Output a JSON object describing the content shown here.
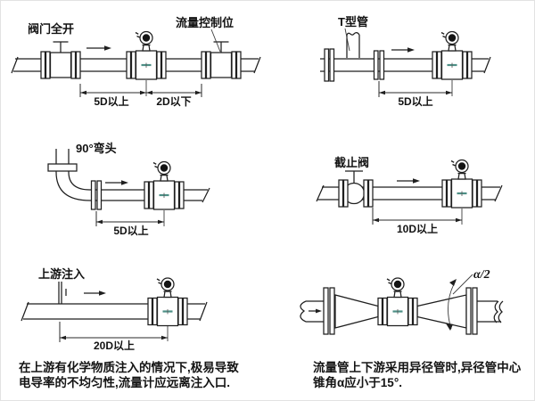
{
  "page": {
    "background": "#ffffff",
    "line_color": "#1f1f1f",
    "meter_mark_color": "#4d8f86"
  },
  "panels": {
    "top_left": {
      "valve_open_label": "阀门全开",
      "flow_control_label": "流量控制位",
      "dim_upstream": "5D以上",
      "dim_downstream": "2D以下"
    },
    "top_right": {
      "tee_label": "T型管",
      "dim_upstream": "5D以上"
    },
    "mid_left": {
      "elbow_label": "90°弯头",
      "dim_upstream": "5D以上"
    },
    "mid_right": {
      "stop_valve_label": "截止阀",
      "dim_upstream": "10D以上"
    },
    "bottom_left": {
      "injection_label": "上游注入",
      "dim_upstream": "20D以上",
      "caption_line1": "在上游有化学物质注入的情况下,极易导致",
      "caption_line2": "电导率的不均匀性,流量计应远离注入口."
    },
    "bottom_right": {
      "angle_label": "α/2",
      "caption_line1": "流量管上下游采用异径管时,异径管中心",
      "caption_line2": "锥角α应小于15°."
    }
  }
}
